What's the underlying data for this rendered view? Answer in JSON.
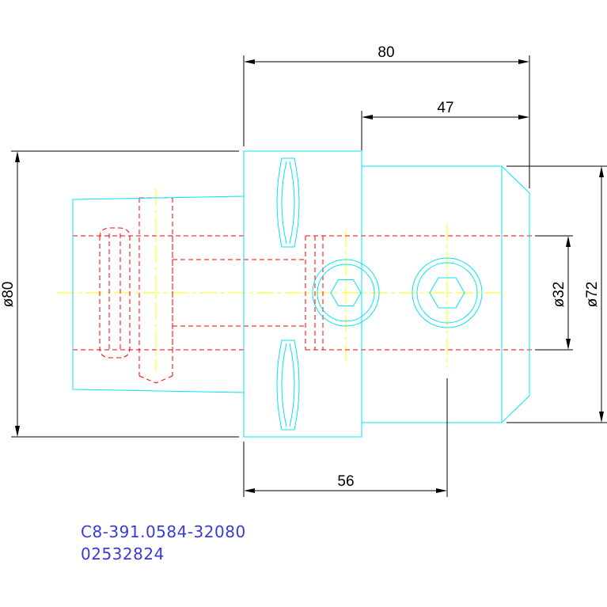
{
  "dimensions": {
    "overall_length": "80",
    "body_length": "47",
    "hole_offset": "56",
    "flange_diameter": "ø80",
    "body_diameter": "ø72",
    "bore_diameter": "ø32"
  },
  "caption": {
    "part_number": "C8-391.0584-32080",
    "code": "02532824"
  },
  "colors": {
    "outline": "#00e5f2",
    "hidden": "#ff0000",
    "center": "#ffff00",
    "dimension": "#000000",
    "caption": "#3a3ad8"
  }
}
